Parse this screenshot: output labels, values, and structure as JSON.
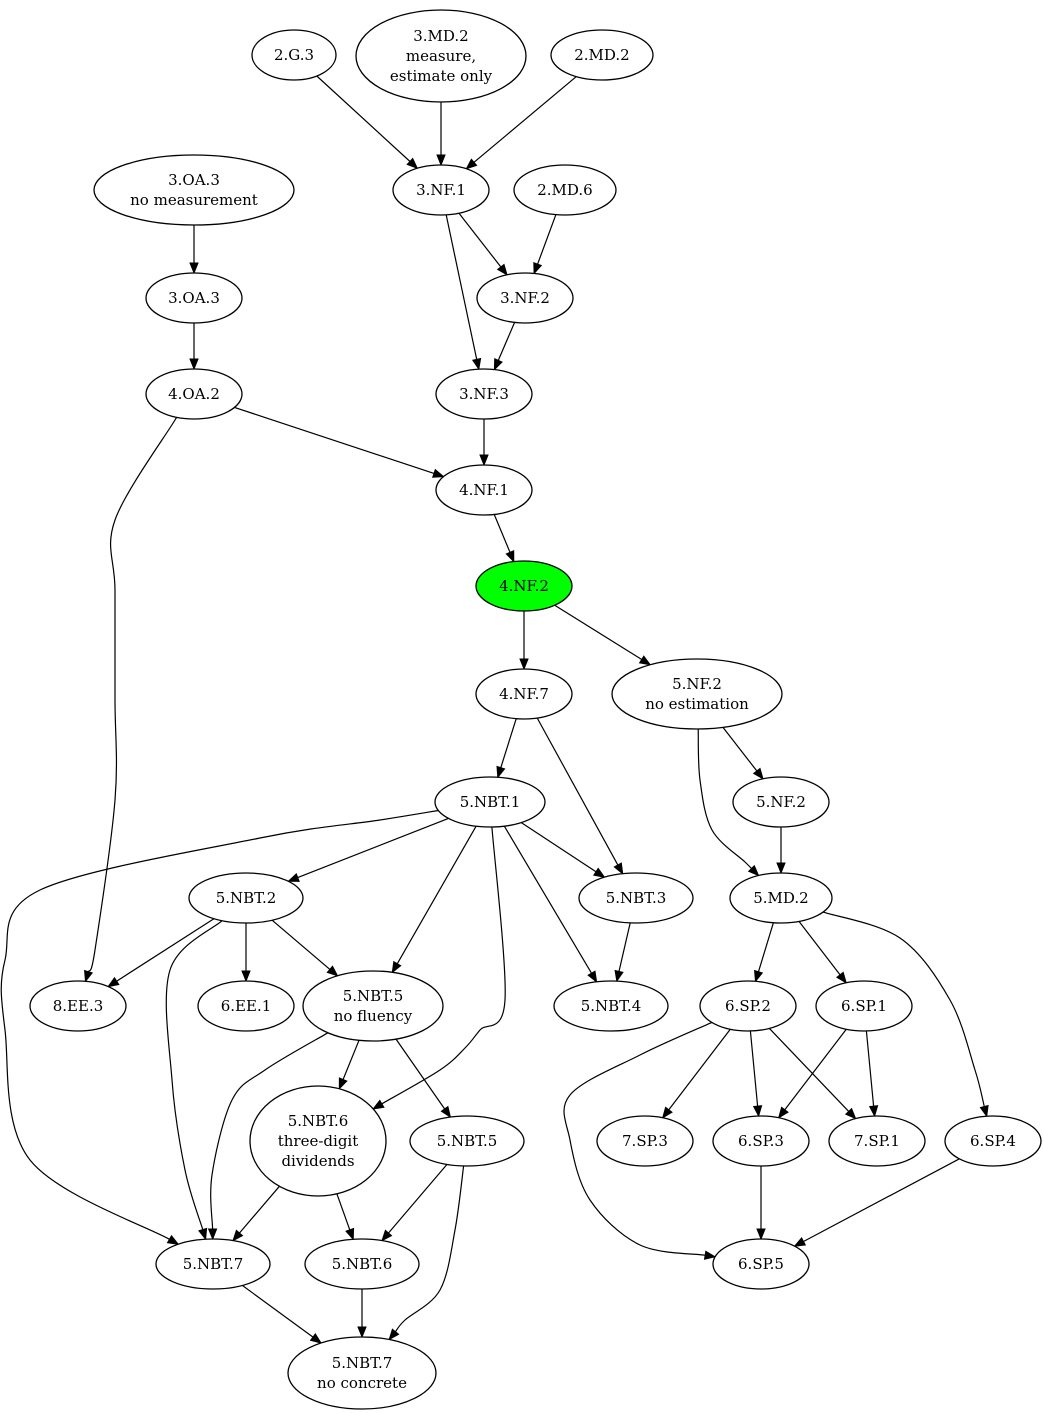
{
  "highlight_color": "#00ff00",
  "nodes": {
    "n_2G3": {
      "lines": [
        "2.G.3"
      ]
    },
    "n_3MD2m": {
      "lines": [
        "3.MD.2",
        "measure,",
        "estimate only"
      ]
    },
    "n_2MD2": {
      "lines": [
        "2.MD.2"
      ]
    },
    "n_3OA3n": {
      "lines": [
        "3.OA.3",
        "no measurement"
      ]
    },
    "n_3NF1": {
      "lines": [
        "3.NF.1"
      ]
    },
    "n_2MD6": {
      "lines": [
        "2.MD.6"
      ]
    },
    "n_3OA3": {
      "lines": [
        "3.OA.3"
      ]
    },
    "n_3NF2": {
      "lines": [
        "3.NF.2"
      ]
    },
    "n_4OA2": {
      "lines": [
        "4.OA.2"
      ]
    },
    "n_3NF3": {
      "lines": [
        "3.NF.3"
      ]
    },
    "n_4NF1": {
      "lines": [
        "4.NF.1"
      ]
    },
    "n_4NF2": {
      "lines": [
        "4.NF.2"
      ],
      "highlight": true
    },
    "n_4NF7": {
      "lines": [
        "4.NF.7"
      ]
    },
    "n_5NF2e": {
      "lines": [
        "5.NF.2",
        "no estimation"
      ]
    },
    "n_5NBT1": {
      "lines": [
        "5.NBT.1"
      ]
    },
    "n_5NF2": {
      "lines": [
        "5.NF.2"
      ]
    },
    "n_5NBT2": {
      "lines": [
        "5.NBT.2"
      ]
    },
    "n_5NBT3": {
      "lines": [
        "5.NBT.3"
      ]
    },
    "n_5MD2": {
      "lines": [
        "5.MD.2"
      ]
    },
    "n_8EE3": {
      "lines": [
        "8.EE.3"
      ]
    },
    "n_6EE1": {
      "lines": [
        "6.EE.1"
      ]
    },
    "n_5NBT5f": {
      "lines": [
        "5.NBT.5",
        "no fluency"
      ]
    },
    "n_5NBT4": {
      "lines": [
        "5.NBT.4"
      ]
    },
    "n_6SP2": {
      "lines": [
        "6.SP.2"
      ]
    },
    "n_6SP1": {
      "lines": [
        "6.SP.1"
      ]
    },
    "n_5NBT6t": {
      "lines": [
        "5.NBT.6",
        "three-digit",
        "dividends"
      ]
    },
    "n_5NBT5": {
      "lines": [
        "5.NBT.5"
      ]
    },
    "n_7SP3": {
      "lines": [
        "7.SP.3"
      ]
    },
    "n_6SP3": {
      "lines": [
        "6.SP.3"
      ]
    },
    "n_7SP1": {
      "lines": [
        "7.SP.1"
      ]
    },
    "n_6SP4": {
      "lines": [
        "6.SP.4"
      ]
    },
    "n_5NBT7": {
      "lines": [
        "5.NBT.7"
      ]
    },
    "n_5NBT6": {
      "lines": [
        "5.NBT.6"
      ]
    },
    "n_6SP5": {
      "lines": [
        "6.SP.5"
      ]
    },
    "n_5NBT7c": {
      "lines": [
        "5.NBT.7",
        "no concrete"
      ]
    }
  },
  "edges": [
    [
      "n_2G3",
      "n_3NF1"
    ],
    [
      "n_3MD2m",
      "n_3NF1"
    ],
    [
      "n_2MD2",
      "n_3NF1"
    ],
    [
      "n_3OA3n",
      "n_3OA3"
    ],
    [
      "n_3NF1",
      "n_3NF2"
    ],
    [
      "n_3NF1",
      "n_3NF3"
    ],
    [
      "n_2MD6",
      "n_3NF2"
    ],
    [
      "n_3OA3",
      "n_4OA2"
    ],
    [
      "n_3NF2",
      "n_3NF3"
    ],
    [
      "n_4OA2",
      "n_4NF1"
    ],
    [
      "n_4OA2",
      "n_8EE3"
    ],
    [
      "n_3NF3",
      "n_4NF1"
    ],
    [
      "n_4NF1",
      "n_4NF2"
    ],
    [
      "n_4NF2",
      "n_4NF7"
    ],
    [
      "n_4NF2",
      "n_5NF2e"
    ],
    [
      "n_4NF7",
      "n_5NBT1"
    ],
    [
      "n_4NF7",
      "n_5NBT3"
    ],
    [
      "n_5NF2e",
      "n_5NF2"
    ],
    [
      "n_5NF2e",
      "n_5MD2"
    ],
    [
      "n_5NF2",
      "n_5MD2"
    ],
    [
      "n_5NBT1",
      "n_5NBT2"
    ],
    [
      "n_5NBT1",
      "n_5NBT3"
    ],
    [
      "n_5NBT1",
      "n_5NBT4"
    ],
    [
      "n_5NBT1",
      "n_5NBT5f"
    ],
    [
      "n_5NBT1",
      "n_5NBT6t"
    ],
    [
      "n_5NBT1",
      "n_5NBT7"
    ],
    [
      "n_5NBT2",
      "n_8EE3"
    ],
    [
      "n_5NBT2",
      "n_6EE1"
    ],
    [
      "n_5NBT2",
      "n_5NBT5f"
    ],
    [
      "n_5NBT2",
      "n_5NBT7"
    ],
    [
      "n_5NBT3",
      "n_5NBT4"
    ],
    [
      "n_5MD2",
      "n_6SP2"
    ],
    [
      "n_5MD2",
      "n_6SP1"
    ],
    [
      "n_5MD2",
      "n_6SP4"
    ],
    [
      "n_5NBT5f",
      "n_5NBT6t"
    ],
    [
      "n_5NBT5f",
      "n_5NBT5"
    ],
    [
      "n_5NBT5f",
      "n_5NBT7"
    ],
    [
      "n_6SP2",
      "n_7SP3"
    ],
    [
      "n_6SP2",
      "n_6SP3"
    ],
    [
      "n_6SP2",
      "n_7SP1"
    ],
    [
      "n_6SP2",
      "n_6SP5"
    ],
    [
      "n_6SP1",
      "n_6SP3"
    ],
    [
      "n_6SP1",
      "n_7SP1"
    ],
    [
      "n_5NBT6t",
      "n_5NBT7"
    ],
    [
      "n_5NBT6t",
      "n_5NBT6"
    ],
    [
      "n_5NBT5",
      "n_5NBT6"
    ],
    [
      "n_5NBT5",
      "n_5NBT7c"
    ],
    [
      "n_6SP3",
      "n_6SP5"
    ],
    [
      "n_6SP4",
      "n_6SP5"
    ],
    [
      "n_5NBT7",
      "n_5NBT7c"
    ],
    [
      "n_5NBT6",
      "n_5NBT7c"
    ]
  ]
}
